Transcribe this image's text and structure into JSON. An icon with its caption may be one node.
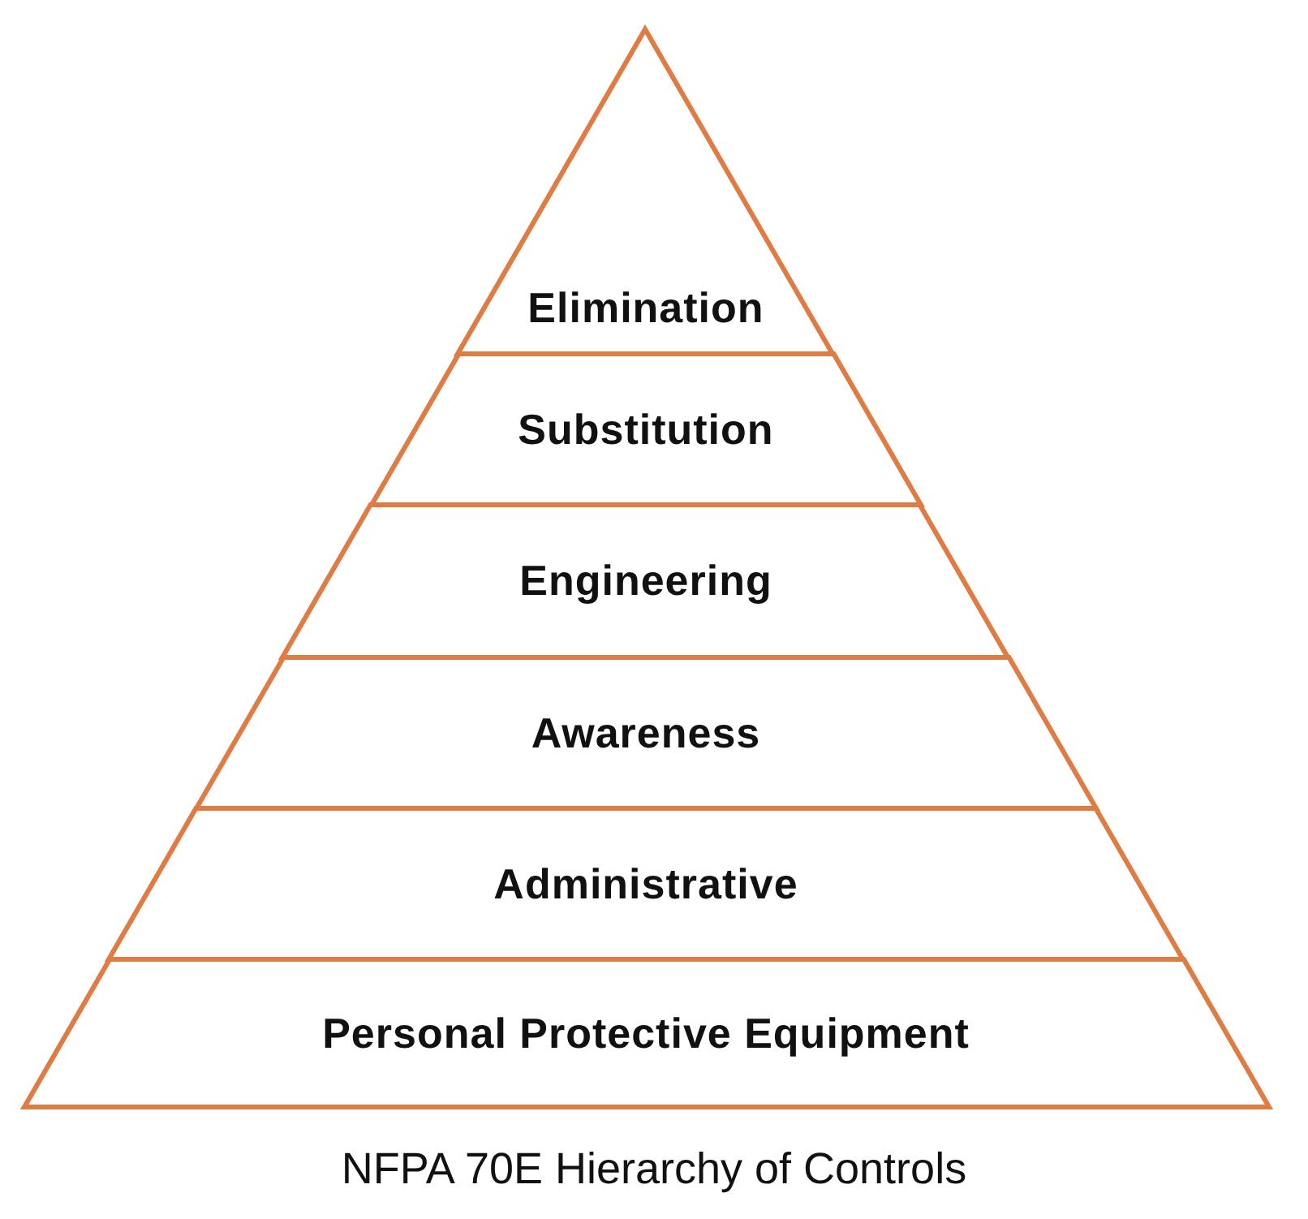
{
  "diagram": {
    "caption": "NFPA 70E Hierarchy of Controls",
    "nodes": [
      {
        "text": [
          "Elimination"
        ]
      },
      {
        "text": [
          "Substitution"
        ]
      },
      {
        "text": [
          "Engineering"
        ]
      },
      {
        "text": [
          "Awareness"
        ]
      },
      {
        "text": [
          "Administrative"
        ]
      },
      {
        "text": [
          "Personal Protective Equipment"
        ]
      }
    ]
  }
}
